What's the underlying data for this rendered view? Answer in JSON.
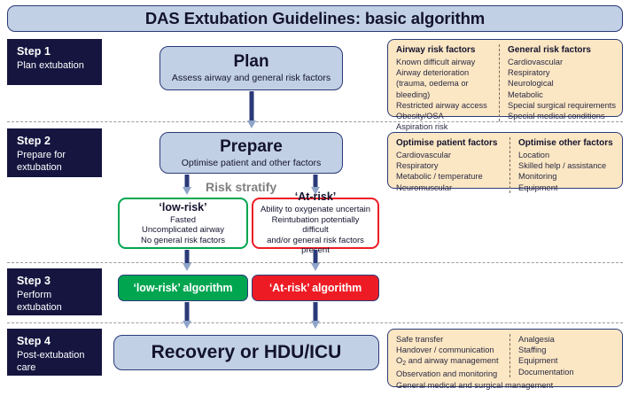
{
  "title": "DAS Extubation Guidelines: basic algorithm",
  "steps": [
    {
      "title": "Step 1",
      "subtitle": "Plan extubation"
    },
    {
      "title": "Step 2",
      "subtitle": "Prepare for\nextubation"
    },
    {
      "title": "Step 3",
      "subtitle": "Perform\nextubation"
    },
    {
      "title": "Step 4",
      "subtitle": "Post-extubation\ncare"
    }
  ],
  "process": {
    "plan": {
      "head": "Plan",
      "sub": "Assess airway and general risk factors"
    },
    "prepare": {
      "head": "Prepare",
      "sub": "Optimise patient and other factors"
    },
    "recovery": {
      "head": "Recovery or HDU/ICU"
    }
  },
  "stratify_label": "Risk stratify",
  "risk": {
    "low": {
      "head": "‘low-risk’",
      "lines": [
        "Fasted",
        "Uncomplicated airway",
        "No general risk factors"
      ]
    },
    "at": {
      "head": "‘At-risk’",
      "lines": [
        "Ability to oxygenate uncertain",
        "Reintubation potentially difficult",
        "and/or general risk factors present"
      ]
    }
  },
  "algorithms": {
    "low": "‘low-risk’ algorithm",
    "at": "‘At-risk’ algorithm"
  },
  "info_boxes": {
    "step1": {
      "left_head": "Airway risk factors",
      "left_items": [
        "Known difficult airway",
        "Airway deterioration (trauma, oedema or bleeding)",
        "Restricted airway access",
        "Obesity/OSA",
        "Aspiration risk"
      ],
      "right_head": "General risk factors",
      "right_items": [
        "Cardiovascular",
        "Respiratory",
        "Neurological",
        "Metabolic",
        "Special surgical requirements",
        "Special medical conditions"
      ]
    },
    "step2": {
      "left_head": "Optimise patient factors",
      "left_items": [
        "Cardiovascular",
        "Respiratory",
        "Metabolic / temperature",
        "Neuromuscular"
      ],
      "right_head": "Optimise other factors",
      "right_items": [
        "Location",
        "Skilled help / assistance",
        "Monitoring",
        "Equipment"
      ]
    },
    "step4": {
      "left_items": [
        "Safe transfer",
        "Handover / communication",
        "O2 and airway management",
        "Observation and monitoring"
      ],
      "right_items": [
        "Analgesia",
        "Staffing",
        "Equipment",
        "Documentation"
      ],
      "footer": "General medical and surgical management"
    }
  },
  "colors": {
    "navy": "#151540",
    "box_blue": "#c2d0e5",
    "border_blue": "#2a3a78",
    "green": "#00a550",
    "red": "#ed1c24",
    "peach": "#fce7c4",
    "grey_text": "#808080"
  }
}
